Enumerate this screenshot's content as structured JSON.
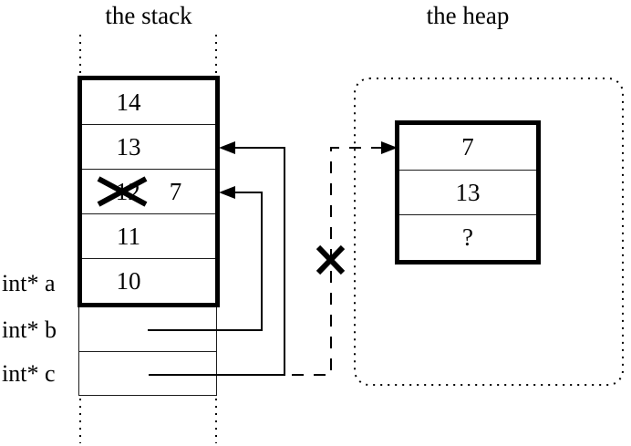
{
  "titles": {
    "stack": "the stack",
    "heap": "the heap"
  },
  "stack": {
    "cells": [
      {
        "value": "14"
      },
      {
        "value": "13"
      },
      {
        "value": "12",
        "crossed_out": true,
        "new_value": "7"
      },
      {
        "value": "11"
      },
      {
        "value": "10"
      }
    ],
    "variables": [
      {
        "label": "int* a"
      },
      {
        "label": "int* b"
      },
      {
        "label": "int* c"
      }
    ]
  },
  "heap": {
    "cells": [
      {
        "value": "7"
      },
      {
        "value": "13"
      },
      {
        "value": "?"
      }
    ]
  },
  "pointers": [
    {
      "name": "b",
      "from": "int* b",
      "points_to": "stack cell with 12 crossed out and 7 written in",
      "style": "solid",
      "severed": false
    },
    {
      "name": "c",
      "from": "int* c",
      "points_to": "stack cell 13",
      "style": "solid",
      "severed": false
    },
    {
      "name": "c-old",
      "from": "int* c",
      "points_to": "heap block top cell 7",
      "style": "dashed",
      "severed": true
    }
  ],
  "icons": {
    "x_mark": "✗",
    "arrowhead_left": "◀",
    "arrowhead_right": "▶"
  },
  "colors": {
    "ink": "#000000",
    "paper": "#ffffff"
  }
}
